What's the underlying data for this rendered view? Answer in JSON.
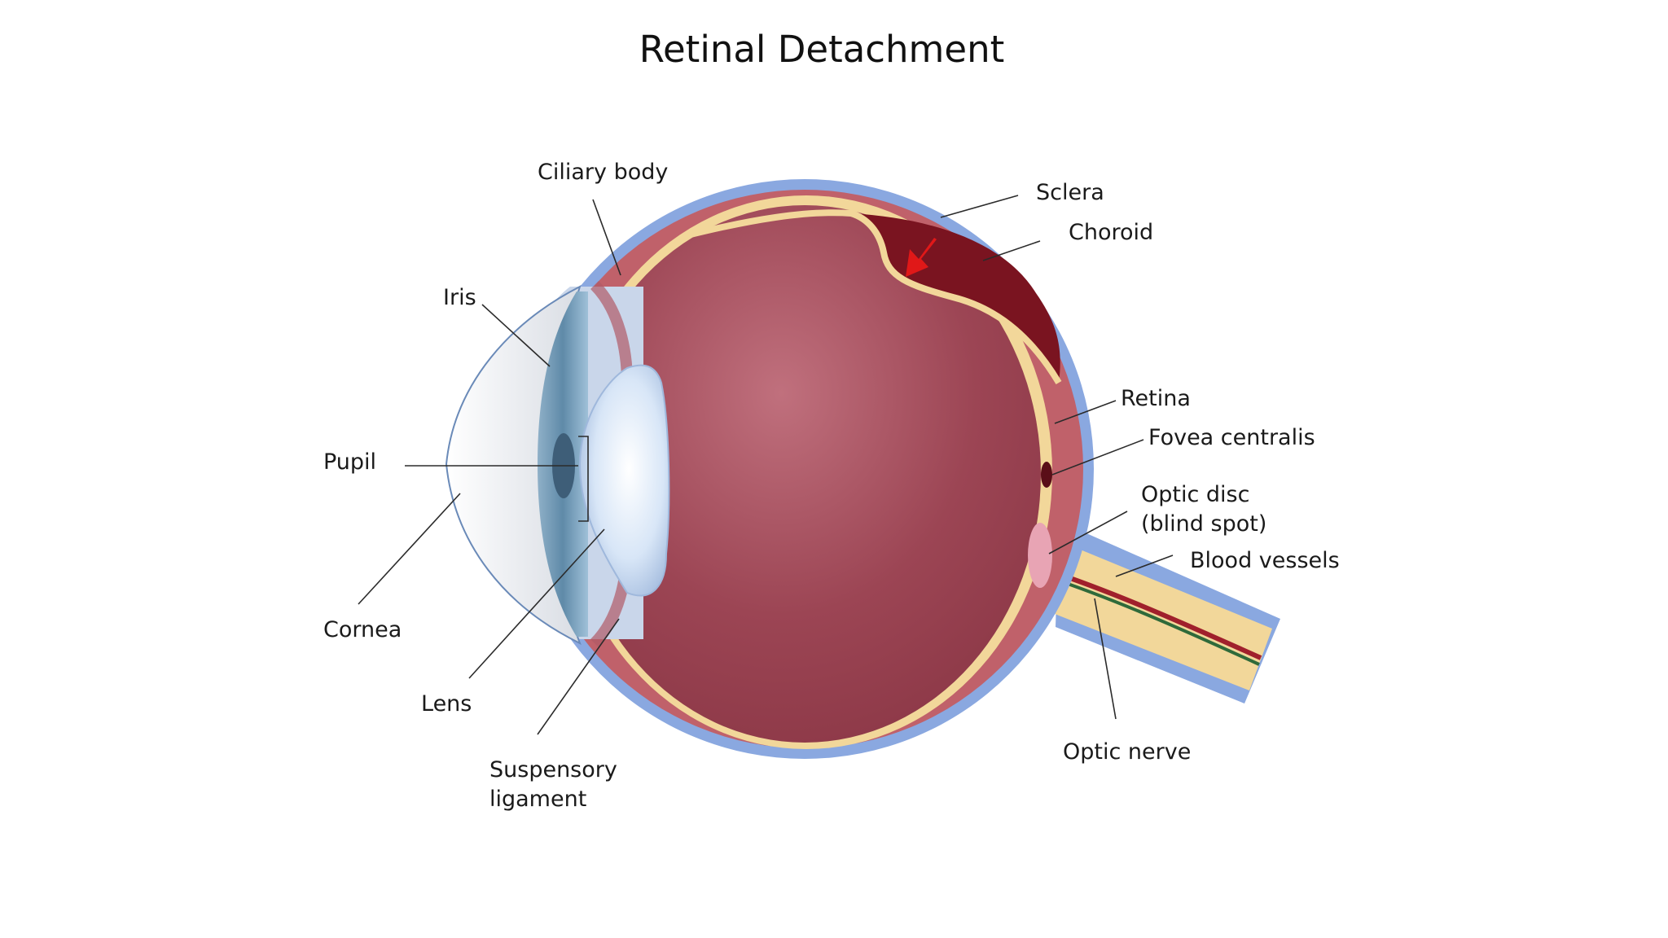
{
  "title": "Retinal Detachment",
  "labels": {
    "ciliary_body": "Ciliary body",
    "sclera": "Sclera",
    "choroid": "Choroid",
    "iris": "Iris",
    "retina": "Retina",
    "fovea_centralis": "Fovea centralis",
    "pupil": "Pupil",
    "optic_disc_line1": "Optic disc",
    "optic_disc_line2": "(blind spot)",
    "blood_vessels": "Blood vessels",
    "cornea": "Cornea",
    "lens": "Lens",
    "optic_nerve": "Optic nerve",
    "suspensory_line1": "Suspensory",
    "suspensory_line2": "ligament"
  },
  "colors": {
    "sclera": "#8aa8e0",
    "choroid": "#c0616a",
    "retina": "#f2d79a",
    "vitreous": "#9b4352",
    "detachment": "#7a1420",
    "arrow": "#e01818",
    "lens": "#dce8f8",
    "cornea": "#eef2f8",
    "optic_disc": "#e8a4b4"
  }
}
